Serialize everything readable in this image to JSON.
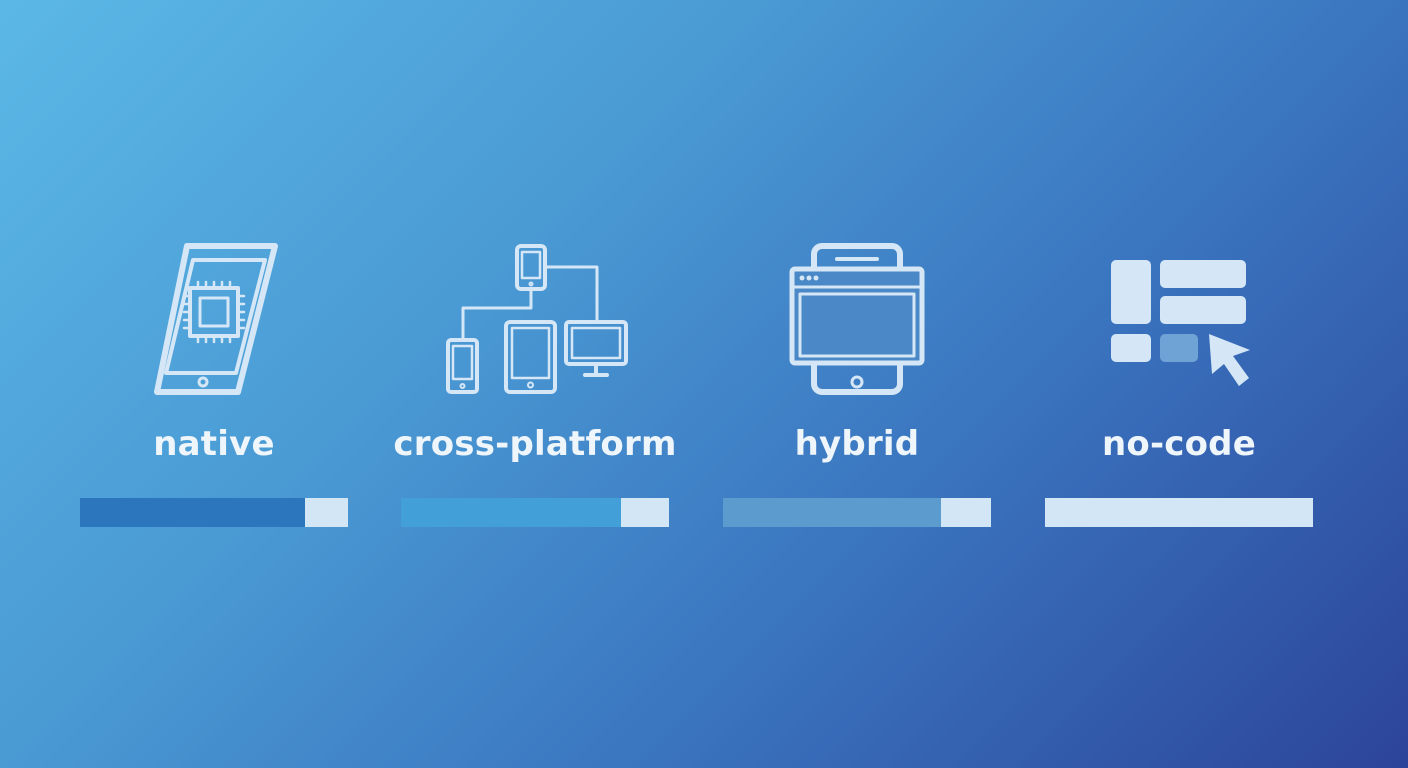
{
  "colors": {
    "icon": "#d5e7f6",
    "track": "#d3e6f6",
    "label": "#eef5fb"
  },
  "items": [
    {
      "label": "native",
      "icon": "phone-chip-icon",
      "level": 0.84,
      "fill_color": "#2c76be"
    },
    {
      "label": "cross-platform",
      "icon": "multi-device-icon",
      "level": 0.82,
      "fill_color": "#429fd8"
    },
    {
      "label": "hybrid",
      "icon": "hybrid-phone-browser-icon",
      "level": 0.815,
      "fill_color": "#5b9bcd"
    },
    {
      "label": "no-code",
      "icon": "blocks-cursor-icon",
      "level": 0.0,
      "fill_color": "#d3e6f6"
    }
  ]
}
